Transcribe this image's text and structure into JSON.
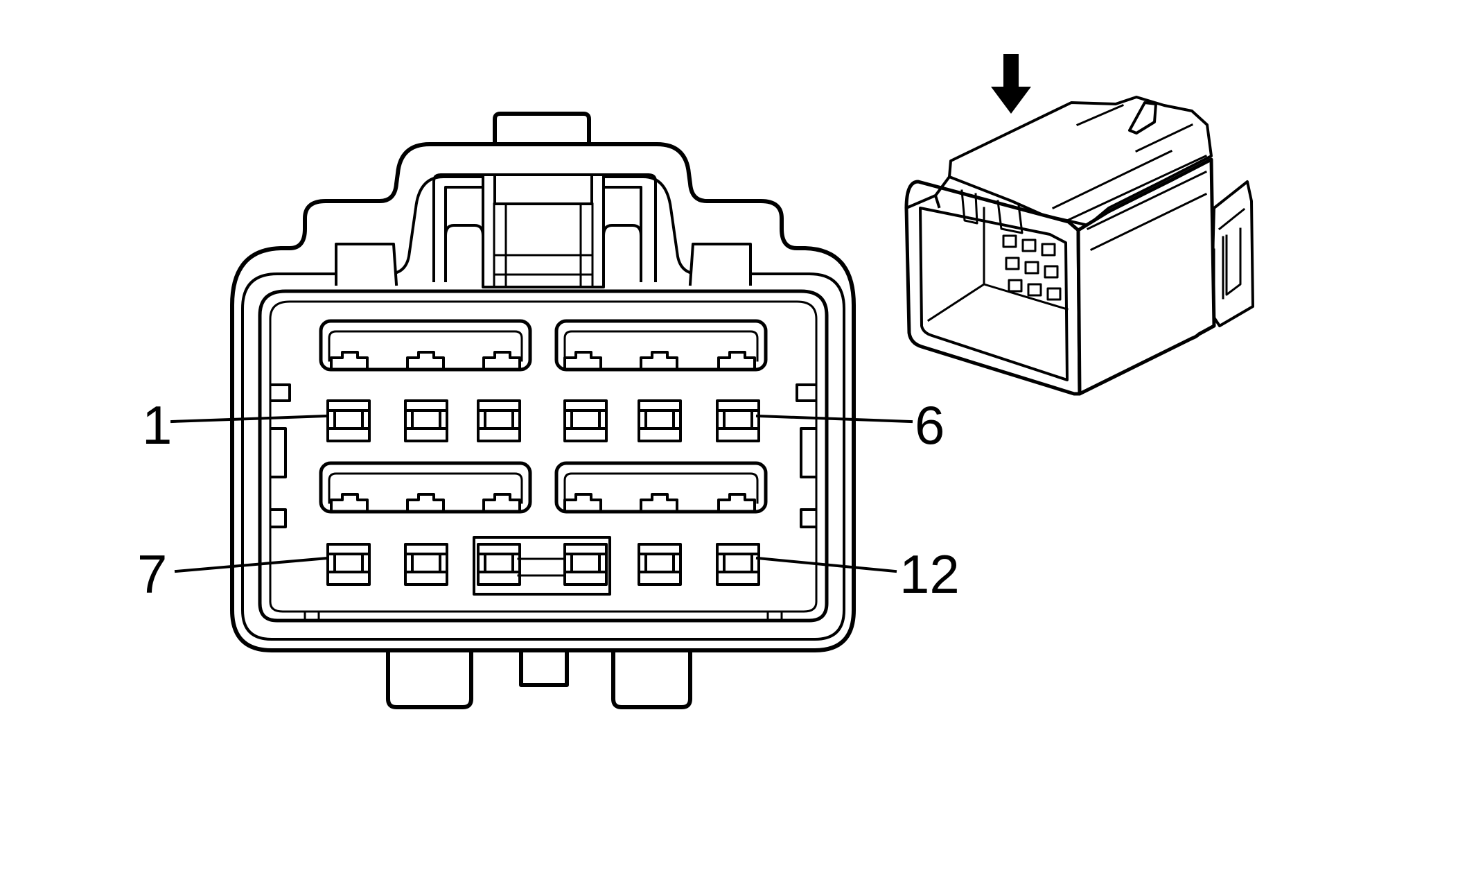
{
  "diagram": {
    "pin_labels": [
      {
        "id": "pin-1",
        "text": "1"
      },
      {
        "id": "pin-6",
        "text": "6"
      },
      {
        "id": "pin-7",
        "text": "7"
      },
      {
        "id": "pin-12",
        "text": "12"
      }
    ],
    "icons": {
      "view_direction": "arrow-down-icon",
      "connector_face": "connector-face-view",
      "connector_perspective": "connector-3d-view"
    },
    "colors": {
      "line": "#000000",
      "background": "#ffffff"
    }
  }
}
